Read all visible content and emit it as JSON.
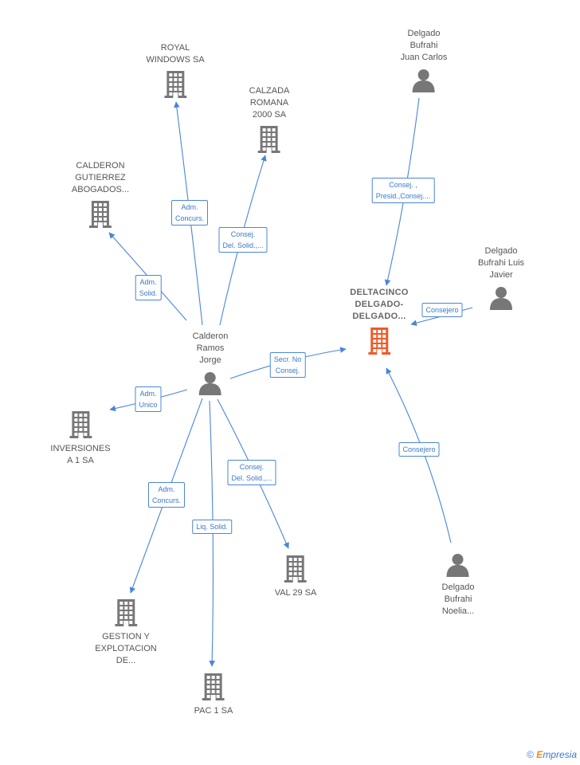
{
  "colors": {
    "edge": "#4a86d6",
    "company": "#777777",
    "main_company": "#f05a28",
    "person": "#777777"
  },
  "nodes": [
    {
      "id": "royal",
      "type": "company",
      "label": "ROYAL\nWINDOWS SA"
    },
    {
      "id": "calzada",
      "type": "company",
      "label": "CALZADA\nROMANA\n2000 SA"
    },
    {
      "id": "calderon_gut",
      "type": "company",
      "label": "CALDERON\nGUTIERREZ\nABOGADOS..."
    },
    {
      "id": "delgado_jc",
      "type": "person",
      "label": "Delgado\nBufrahi\nJuan Carlos"
    },
    {
      "id": "delgado_lj",
      "type": "person",
      "label": "Delgado\nBufrahi Luis\nJavier"
    },
    {
      "id": "deltacinco",
      "type": "main_company",
      "label": "DELTACINCO\nDELGADO-\nDELGADO..."
    },
    {
      "id": "calderon_ramos",
      "type": "person",
      "label": "Calderon\nRamos\nJorge"
    },
    {
      "id": "inversiones",
      "type": "company",
      "label": "INVERSIONES\nA 1 SA"
    },
    {
      "id": "val29",
      "type": "company",
      "label": "VAL 29 SA"
    },
    {
      "id": "gestion",
      "type": "company",
      "label": "GESTION Y\nEXPLOTACION\nDE..."
    },
    {
      "id": "pac1",
      "type": "company",
      "label": "PAC 1 SA"
    },
    {
      "id": "delgado_noelia",
      "type": "person",
      "label": "Delgado\nBufrahi\nNoelia..."
    }
  ],
  "edges": [
    {
      "from": "calderon_ramos",
      "to": "royal",
      "label": "Adm.\nConcurs."
    },
    {
      "from": "calderon_ramos",
      "to": "calzada",
      "label": "Consej.\nDel. Solid.,..."
    },
    {
      "from": "calderon_ramos",
      "to": "calderon_gut",
      "label": "Adm.\nSolid."
    },
    {
      "from": "calderon_ramos",
      "to": "deltacinco",
      "label": "Secr.  No\nConsej."
    },
    {
      "from": "calderon_ramos",
      "to": "inversiones",
      "label": "Adm.\nUnico"
    },
    {
      "from": "calderon_ramos",
      "to": "val29",
      "label": "Consej.\nDel. Solid.,..."
    },
    {
      "from": "calderon_ramos",
      "to": "gestion",
      "label": "Adm.\nConcurs."
    },
    {
      "from": "calderon_ramos",
      "to": "pac1",
      "label": "Liq.  Solid."
    },
    {
      "from": "delgado_jc",
      "to": "deltacinco",
      "label": "Consej. ,\nPresid.,Consej...."
    },
    {
      "from": "delgado_lj",
      "to": "deltacinco",
      "label": "Consejero"
    },
    {
      "from": "delgado_noelia",
      "to": "deltacinco",
      "label": "Consejero"
    }
  ],
  "footer": {
    "copyright": "©",
    "brand_e": "E",
    "brand_rest": "mpresia"
  }
}
